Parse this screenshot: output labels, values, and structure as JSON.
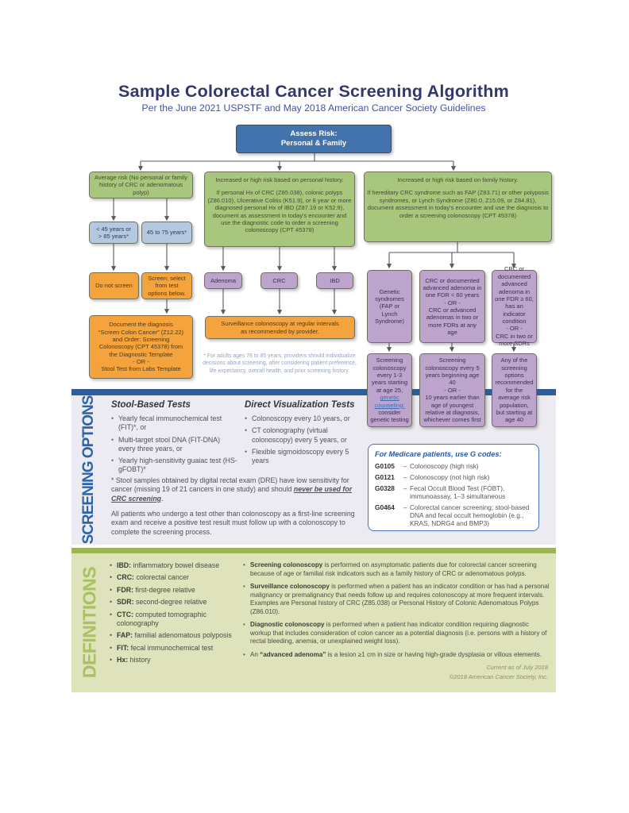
{
  "page": {
    "title": "Sample Colorectal Cancer Screening Algorithm",
    "subtitle": "Per the June 2021 USPSTF and May 2018 American Cancer Society Guidelines",
    "footer_line1": "Current as of July 2018",
    "footer_line2": "©2018 American Cancer Society, Inc."
  },
  "colors": {
    "title": "#33376b",
    "subtitle": "#44539f",
    "assess_box_blue": "#4273ad",
    "green_box": "#a9c77c",
    "blue_box": "#b4c9df",
    "orange_box": "#f5a33c",
    "purple_box": "#bca4cc",
    "bar_blue": "#2e5d9d",
    "bar_green": "#9cb453",
    "options_bg": "#ebebf1",
    "definitions_bg": "#dfe3bb",
    "options_label": "#2b64a8",
    "definitions_label": "#a9c161",
    "link": "#3f6cb5"
  },
  "flowchart": {
    "assess_risk": "Assess Risk:\nPersonal & Family",
    "average_risk": "Average risk (No personal or family history of CRC or adenomatous polyp)",
    "personal_history_title": "Increased or high risk based on personal history.",
    "personal_history_body": "If personal Hx of CRC (Z85.038), colonic polyps (Z86.010), Ulcerative Colitis (K51.9), or 8 year or more diagnosed personal Hx of IBD (Z87.19 or K52.9), document as assessment in today's encounter and use the diagnostic code to order a screening colonoscopy (CPT 45378)",
    "family_history_title": "Increased or high risk based on family history.",
    "family_history_body": "If hereditary CRC syndrome such as FAP (Z83.71) or other polyposis syndromes, or Lynch Syndrome (Z80.0, Z15.09, or Z84.81), document assessment in today's encounter and use the diagnosis to order a screening colonoscopy (CPT 45378)",
    "age_young_old": "< 45 years or\n> 85 years*",
    "age_45_75": "45 to 75 years*",
    "do_not_screen": "Do not screen",
    "screen_select": "Screen; select\nfrom test\noptions below.",
    "document_diagnosis": "Document the diagnosis\n“Screen Colon Cancer” (Z12.22)\nand Order: Screening\nColonoscopy (CPT 45378) from\nthe Diagnostic Template\n- OR -\nStool Test from Labs Template",
    "adenoma": "Adenoma",
    "crc": "CRC",
    "ibd": "IBD",
    "surveillance": "Surveillance colonoscopy at regular intervals\nas recommended by provider.",
    "age_footnote": "* For adults ages 76 to 85 years, providers should individualize decisions about screening, after considering patient preference, life expectancy, overall health, and prior screening history.",
    "genetic_syndromes": "Genetic\nsyndromes\n(FAP or\nLynch\nSyndrome)",
    "fdr_under60": "CRC or documented advanced adenoma in one FDR < 60 years\n- OR -\nCRC or advanced adenomas in two or more FDRs at any age",
    "fdr_60plus": "CRC or documented advanced adenoma in one FDR ≥ 60, has an indicator condition\n- OR -\nCRC in two or more SDRs",
    "screening_13_pre": "Screening colonoscopy every 1-3 years starting at age 25, ",
    "screening_13_link": "genetic counseling:",
    "screening_13_post": " consider genetic testing",
    "screening_5yr": "Screening colonoscopy every 5 years beginning age 40\n- OR -\n10 years earlier than age of youngest relative at diagnosis, whichever comes first",
    "any_option_age40": "Any of the screening options recommended for the average risk population, but starting at age 40"
  },
  "screening_options": {
    "label": "SCREENING OPTIONS",
    "stool_title": "Stool-Based Tests",
    "stool_items": [
      "Yearly fecal immunochemical test (FIT)*, or",
      "Multi-target stool DNA (FIT-DNA) every three years, or",
      "Yearly high-sensitivity guaiac test (HS-gFOBT)*"
    ],
    "direct_title": "Direct Visualization Tests",
    "direct_items": [
      "Colonoscopy every 10 years, or",
      "CT colonography (virtual colonoscopy) every 5 years, or",
      "Flexible sigmoidoscopy every 5 years"
    ],
    "stool_footnote_pre": "* Stool samples obtained by digital rectal exam (DRE) have low sensitivity for cancer (missing 19 of 21 cancers in one study) and should ",
    "stool_footnote_em": "never be used for CRC screening",
    "stool_footnote_post": ".",
    "follow_up": "All patients who undergo a test other than colonoscopy as a first-line screening exam and receive a positive test result must follow up with a colonoscopy to complete the screening process."
  },
  "medicare": {
    "title": "For Medicare patients, use G codes:",
    "dash": "–",
    "rows": [
      {
        "code": "G0105",
        "desc": "Colonoscopy (high risk)"
      },
      {
        "code": "G0121",
        "desc": "Colonoscopy (not high risk)"
      },
      {
        "code": "G0328",
        "desc": "Fecal Occult Blood Test (FOBT), immunoassay, 1–3 simultaneous"
      },
      {
        "code": "G0464",
        "desc": "Colorectal cancer screening; stool-based DNA and fecal occult hemoglobin (e.g., KRAS, NDRG4 and BMP3)"
      }
    ]
  },
  "definitions": {
    "label": "DEFINITIONS",
    "abbreviations": [
      {
        "term": "IBD:",
        "text": " inflammatory bowel disease"
      },
      {
        "term": "CRC:",
        "text": " colorectal cancer"
      },
      {
        "term": "FDR:",
        "text": " first-degree relative"
      },
      {
        "term": "SDR:",
        "text": " second-degree relative"
      },
      {
        "term": "CTC:",
        "text": " computed tomographic colonography"
      },
      {
        "term": "FAP:",
        "text": " familial adenomatous polyposis"
      },
      {
        "term": "FIT:",
        "text": " fecal immunochemical test"
      },
      {
        "term": "Hx:",
        "text": " history"
      }
    ],
    "notes": [
      {
        "pre": "",
        "term": "Screening colonoscopy",
        "text": " is performed on asymptomatic patients due for colorectal cancer screening because of age or familial risk indicators such as a family history of CRC or adenomatous polyps."
      },
      {
        "pre": "",
        "term": "Surveillance colonoscopy",
        "text": " is performed when a patient has an indicator condition or has had a personal malignancy or premalignancy that needs follow up and requires colonoscopy at more frequent intervals. Examples are Personal history of CRC (Z85.038) or Personal History of Colonic Adenomatous Polyps (Z86.010)."
      },
      {
        "pre": "",
        "term": "Diagnostic colonoscopy",
        "text": " is performed when a patient has indicator condition requiring diagnostic workup that includes consideration of colon cancer as a potential diagnosis (i.e. persons with a history of rectal bleeding, anemia, or unexplained weight loss)."
      },
      {
        "pre": "An ",
        "term": "“advanced adenoma”",
        "text": " is a lesion ≥1 cm in size or having high-grade dysplasia or villous elements."
      }
    ]
  }
}
